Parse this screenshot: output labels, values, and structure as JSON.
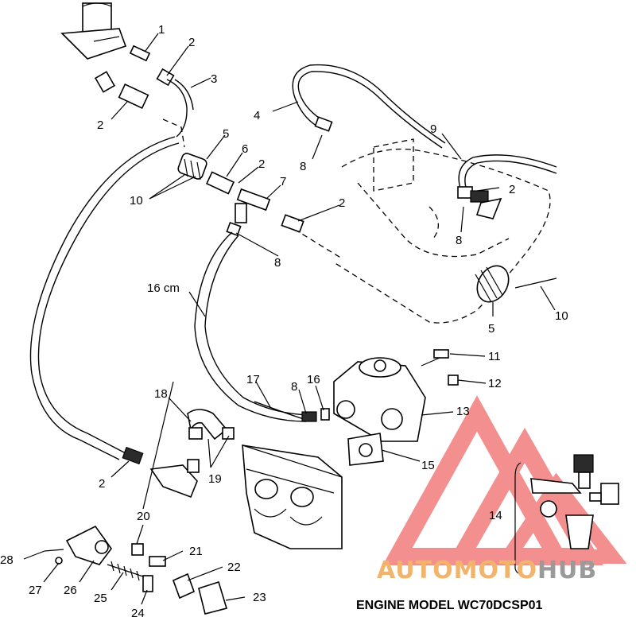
{
  "caption": "ENGINE MODEL WC70DCSP01",
  "callouts": {
    "c1": "1",
    "c2a": "2",
    "c3": "3",
    "c2b": "2",
    "c4": "4",
    "c8a": "8",
    "c9": "9",
    "c5a": "5",
    "c6": "6",
    "c2c": "2",
    "c2d": "2",
    "c10a": "10",
    "c7": "7",
    "c2e": "2",
    "c8b": "8",
    "c8c": "8",
    "c16cm": "16 cm",
    "c5b": "5",
    "c10b": "10",
    "c11": "11",
    "c12": "12",
    "c17": "17",
    "c8d": "8",
    "c16": "16",
    "c13": "13",
    "c18": "18",
    "c15": "15",
    "c19": "19",
    "c2f": "2",
    "c14": "14",
    "c20": "20",
    "c28": "28",
    "c21": "21",
    "c22": "22",
    "c27": "27",
    "c26": "26",
    "c25": "25",
    "c24": "24",
    "c23": "23"
  },
  "watermark": {
    "prefix": "AUTOMOTO",
    "suffix": "HUB",
    "prefix_color": "#f2b36b",
    "suffix_color": "#9a9a9a",
    "logo_color": "#ef6a6a"
  }
}
